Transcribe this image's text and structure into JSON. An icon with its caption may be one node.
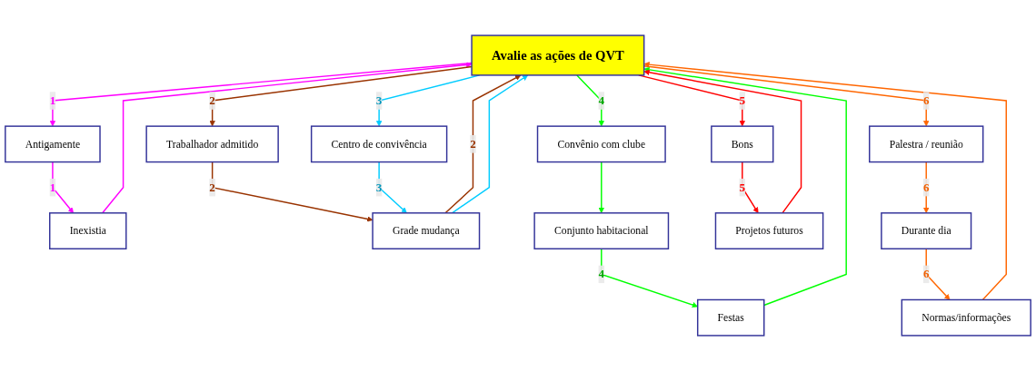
{
  "diagram": {
    "nodes": [
      {
        "text": [
          "Avalie as ações de QVT"
        ]
      },
      {
        "text": [
          "Antigamente"
        ]
      },
      {
        "text": [
          "Trabalhador admitido"
        ]
      },
      {
        "text": [
          "Centro de convivência"
        ]
      },
      {
        "text": [
          "Convênio com clube"
        ]
      },
      {
        "text": [
          "Bons"
        ]
      },
      {
        "text": [
          "Palestra / reunião"
        ]
      },
      {
        "text": [
          "Inexistia"
        ]
      },
      {
        "text": [
          "Grade mudança"
        ]
      },
      {
        "text": [
          "Conjunto habitacional"
        ]
      },
      {
        "text": [
          "Projetos futuros"
        ]
      },
      {
        "text": [
          "Durante dia"
        ]
      },
      {
        "text": [
          "Normas/informações"
        ]
      },
      {
        "text": [
          "Festas"
        ]
      }
    ],
    "edges": [
      {
        "from": 0,
        "to": 1,
        "arrow": "to",
        "label": "1",
        "color": "#ff00ff"
      },
      {
        "from": 1,
        "to": 7,
        "arrow": "to",
        "label": "1",
        "color": "#ff00ff"
      },
      {
        "from": 7,
        "to": 0,
        "arrow": "to",
        "color": "#ff00ff"
      },
      {
        "from": 0,
        "to": 2,
        "arrow": "to",
        "label": "2",
        "color": "#993300"
      },
      {
        "from": 2,
        "to": 8,
        "arrow": "to",
        "label": "2",
        "color": "#993300"
      },
      {
        "from": 8,
        "to": 0,
        "arrow": "to",
        "label": "2",
        "color": "#993300"
      },
      {
        "from": 0,
        "to": 3,
        "arrow": "to",
        "label": "3",
        "color": "#00ccff"
      },
      {
        "from": 3,
        "to": 8,
        "arrow": "to",
        "label": "3",
        "color": "#00ccff"
      },
      {
        "from": 8,
        "to": 0,
        "arrow": "to",
        "color": "#00ccff"
      },
      {
        "from": 0,
        "to": 4,
        "arrow": "to",
        "label": "4",
        "color": "#00ff00"
      },
      {
        "from": 4,
        "to": 9,
        "arrow": "to",
        "color": "#00ff00"
      },
      {
        "from": 9,
        "to": 13,
        "arrow": "to",
        "label": "4",
        "color": "#00ff00"
      },
      {
        "from": 13,
        "to": 0,
        "arrow": "to",
        "color": "#00ff00"
      },
      {
        "from": 0,
        "to": 5,
        "arrow": "to",
        "label": "5",
        "color": "#ff0000"
      },
      {
        "from": 5,
        "to": 10,
        "arrow": "to",
        "label": "5",
        "color": "#ff0000"
      },
      {
        "from": 10,
        "to": 0,
        "arrow": "to",
        "color": "#ff0000"
      },
      {
        "from": 0,
        "to": 6,
        "arrow": "to",
        "label": "6",
        "color": "#ff6600"
      },
      {
        "from": 6,
        "to": 11,
        "arrow": "to",
        "label": "6",
        "color": "#ff6600"
      },
      {
        "from": 11,
        "to": 12,
        "arrow": "to",
        "label": "6",
        "color": "#ff6600"
      },
      {
        "from": 12,
        "to": 0,
        "arrow": "to",
        "color": "#ff6600"
      }
    ]
  }
}
